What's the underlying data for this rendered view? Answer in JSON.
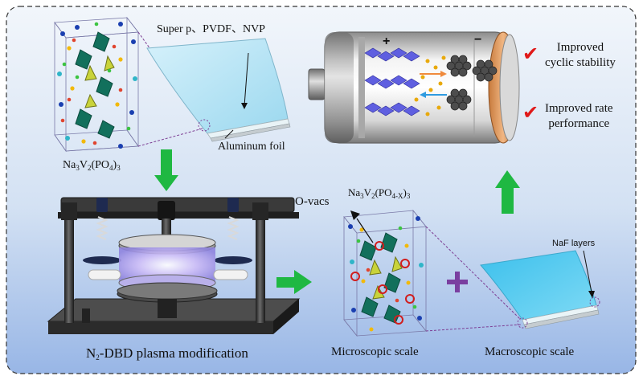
{
  "colors": {
    "arrow_green": "#1fb842",
    "plus_purple": "#7a3fa0",
    "check_red": "#e01919",
    "foil_blue": "#6fd0ee",
    "background_top": "#f2f6fb",
    "background_bottom": "#98b6e6"
  },
  "labels": {
    "materials": "Super p、PVDF、NVP",
    "aluminum_foil": "Aluminum foil",
    "nvp_formula": "Na3V2(PO4)3",
    "nvp_formula_parts": {
      "pre": "Na",
      "s1": "3",
      "v": "V",
      "s2": "2",
      "po": "(PO",
      "s3": "4",
      "close": ")",
      "s4": "3"
    },
    "ovacs": "O-vacs",
    "nvpx_formula_parts": {
      "pre": "Na",
      "s1": "3",
      "v": "V",
      "s2": "2",
      "po": "(PO",
      "s3": "4-X",
      "close": ")",
      "s4": "3"
    },
    "naf_layers": "NaF layers",
    "plasma_parts": {
      "n": "N",
      "sub": "2",
      "rest": "-DBD plasma modification"
    },
    "microscopic": "Microscopic scale",
    "macroscopic": "Macroscopic scale",
    "battery_plus": "+",
    "battery_minus": "−"
  },
  "benefits": [
    {
      "line1": "Improved",
      "line2": "cyclic stability"
    },
    {
      "line1": "Improved rate",
      "line2": "performance"
    }
  ]
}
